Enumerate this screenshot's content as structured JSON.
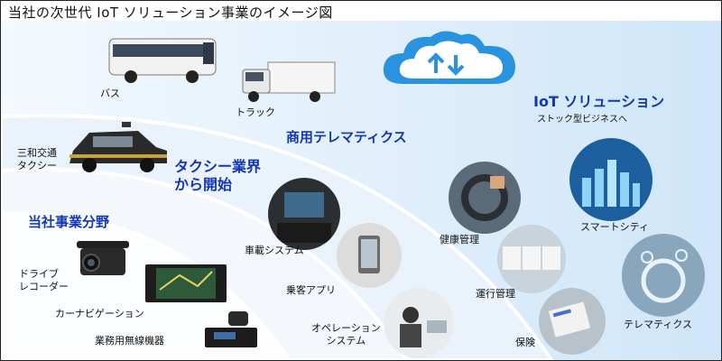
{
  "title": "当社の次世代 IoT ソリューション事業のイメージ図",
  "sections": {
    "core": {
      "heading": "当社事業分野",
      "items": [
        "ドライブ\nレコーダー",
        "カーナビゲーション",
        "業務用無線機器"
      ]
    },
    "taxi": {
      "heading": "タクシー業界\nから開始",
      "item": "三和交通\nタクシー"
    },
    "telematics": {
      "heading": "商用テレマティクス",
      "items": [
        "車載システム",
        "乗客アプリ",
        "オペレーション\nシステム"
      ]
    },
    "commercial": {
      "items": [
        "バス",
        "トラック",
        "健康管理",
        "運行管理",
        "保険"
      ]
    },
    "iot": {
      "heading": "IoT ソリューション",
      "subheading": "ストック型ビジネスへ",
      "items": [
        "スマートシティ",
        "テレマティクス"
      ]
    }
  },
  "icons": [
    "cloud-upload-download-icon",
    "bus-icon",
    "truck-icon",
    "taxi-icon"
  ],
  "colors": {
    "heading": "#1336b7",
    "cloud": "#2a93e0",
    "ring_outer": "#d4e9f8",
    "ring_mid": "#e6f2fb",
    "ring_inner": "#f3f8fd"
  }
}
